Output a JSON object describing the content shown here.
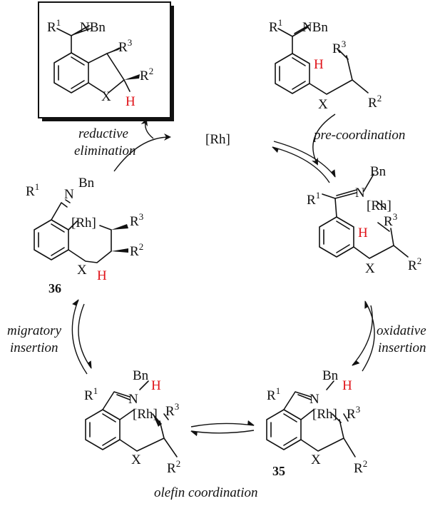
{
  "labels": {
    "catalyst": "[Rh]",
    "bn": "Bn",
    "nbn": "NBn",
    "n": "N",
    "x": "X",
    "h": "H",
    "r": "R",
    "r1": "1",
    "r2": "2",
    "r3": "3"
  },
  "steps": {
    "pre_coordination": "pre-coordination",
    "oxidative_insertion_1": "oxidative",
    "oxidative_insertion_2": "insertion",
    "olefin_coordination": "olefin coordination",
    "migratory_insertion_1": "migratory",
    "migratory_insertion_2": "insertion",
    "reductive_elimination_1": "reductive",
    "reductive_elimination_2": "elimination"
  },
  "compounds": {
    "c35": "35",
    "c36": "36"
  },
  "colors": {
    "ink": "#111111",
    "hydrogen": "#e0141a",
    "frame_shadow": "#111111"
  }
}
